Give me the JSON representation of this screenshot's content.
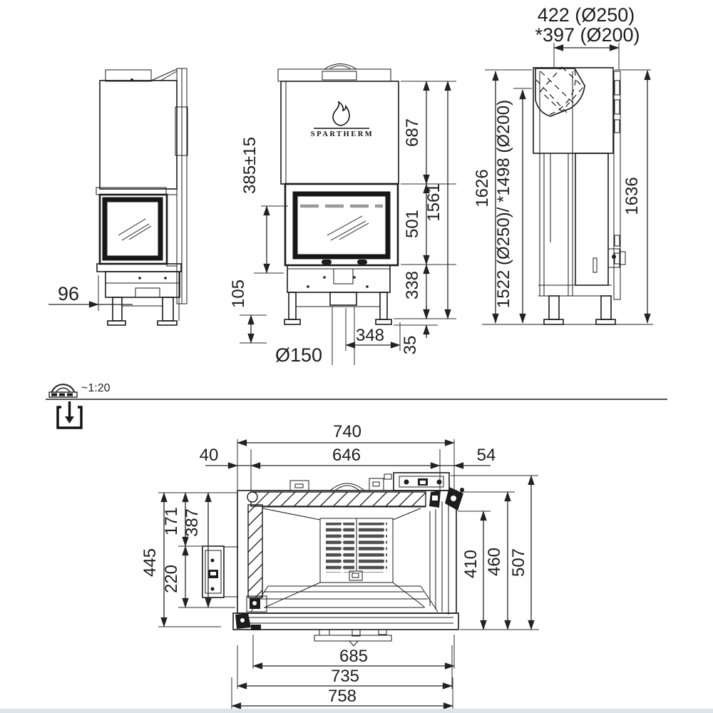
{
  "drawing": {
    "brand": "SPARTHERM",
    "scale_note": "~1:20",
    "views": {
      "side_left": {
        "dims": {
          "front_offset": "96"
        }
      },
      "front": {
        "dims": {
          "height_adjust": "385±15",
          "base_height": "105",
          "center_spacing": "348",
          "flue_diameter": "Ø150",
          "top_section": "687",
          "glass_section": "501",
          "base_section": "338",
          "foot": "35",
          "total_height": "1561"
        }
      },
      "side_right": {
        "dims": {
          "flue_offset_250": "422 (Ø250)",
          "flue_offset_200": "*397 (Ø200)",
          "height_left": "1626",
          "flue_height": "1522 (Ø250)/ *1498 (Ø200)",
          "height_right": "1636"
        }
      },
      "plan": {
        "dims": {
          "width_top": "740",
          "width_inner": "646",
          "offset_left": "40",
          "offset_right": "54",
          "depth_total": "445",
          "depth_upper": "171",
          "depth_mid": "387",
          "depth_lower": "220",
          "depth_right_inner": "410",
          "depth_right_mid": "460",
          "depth_right_outer": "507",
          "width_front_inner": "685",
          "width_front_mid": "735",
          "width_front_outer": "758"
        }
      }
    }
  }
}
